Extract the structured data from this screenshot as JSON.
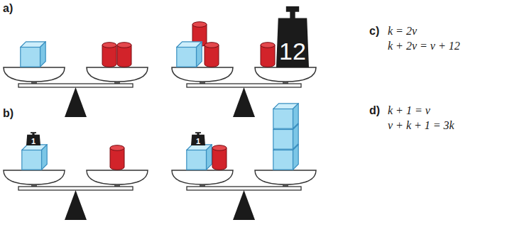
{
  "diagram": {
    "nodes": [
      {
        "text": [
          "12"
        ]
      },
      {
        "text": [
          "1"
        ]
      },
      {
        "text": [
          "1"
        ]
      }
    ],
    "labels": [
      "a)",
      "b)",
      "c)",
      "k = 2v",
      "k + 2v = v + 12",
      "d)",
      "k + 1 = v",
      "v + k + 1 = 3k"
    ]
  }
}
